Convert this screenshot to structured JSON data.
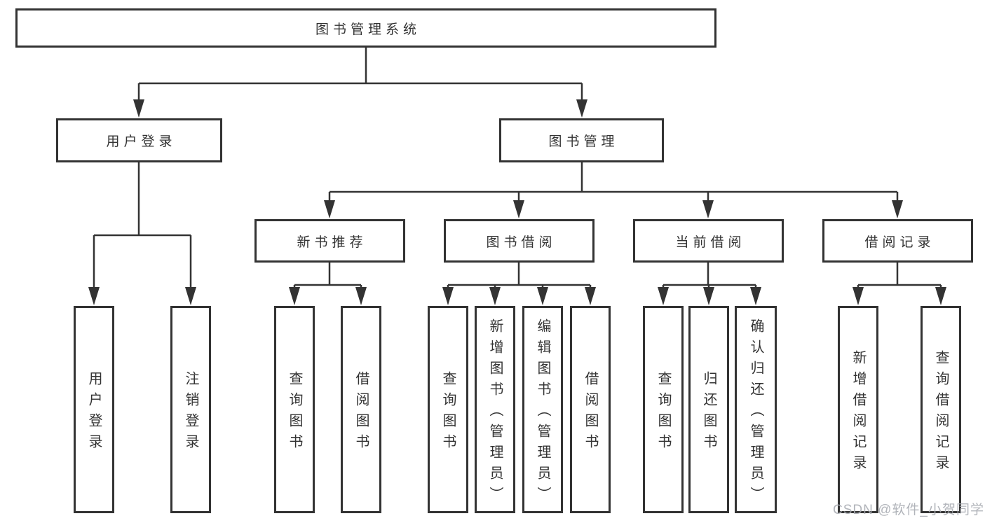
{
  "diagram": {
    "title": "图书管理系统",
    "tree": {
      "label": "图书管理系统",
      "children": [
        {
          "label": "用户登录",
          "children": [
            {
              "label": "用户登录"
            },
            {
              "label": "注销登录"
            }
          ]
        },
        {
          "label": "图书管理",
          "children": [
            {
              "label": "新书推荐",
              "children": [
                {
                  "label": "查询图书"
                },
                {
                  "label": "借阅图书"
                }
              ]
            },
            {
              "label": "图书借阅",
              "children": [
                {
                  "label": "查询图书"
                },
                {
                  "label": "新增图书（管理员）"
                },
                {
                  "label": "编辑图书（管理员）"
                },
                {
                  "label": "借阅图书"
                }
              ]
            },
            {
              "label": "当前借阅",
              "children": [
                {
                  "label": "查询图书"
                },
                {
                  "label": "归还图书"
                },
                {
                  "label": "确认归还（管理员）"
                }
              ]
            },
            {
              "label": "借阅记录",
              "children": [
                {
                  "label": "新增借阅记录"
                },
                {
                  "label": "查询借阅记录"
                }
              ]
            }
          ]
        }
      ]
    },
    "colors": {
      "line": "#333333",
      "box_border": "#333333",
      "text": "#333333",
      "background": "#ffffff",
      "watermark": "#a8acb2"
    },
    "watermark": {
      "text": "CSDN @软件_小贺同学"
    }
  }
}
